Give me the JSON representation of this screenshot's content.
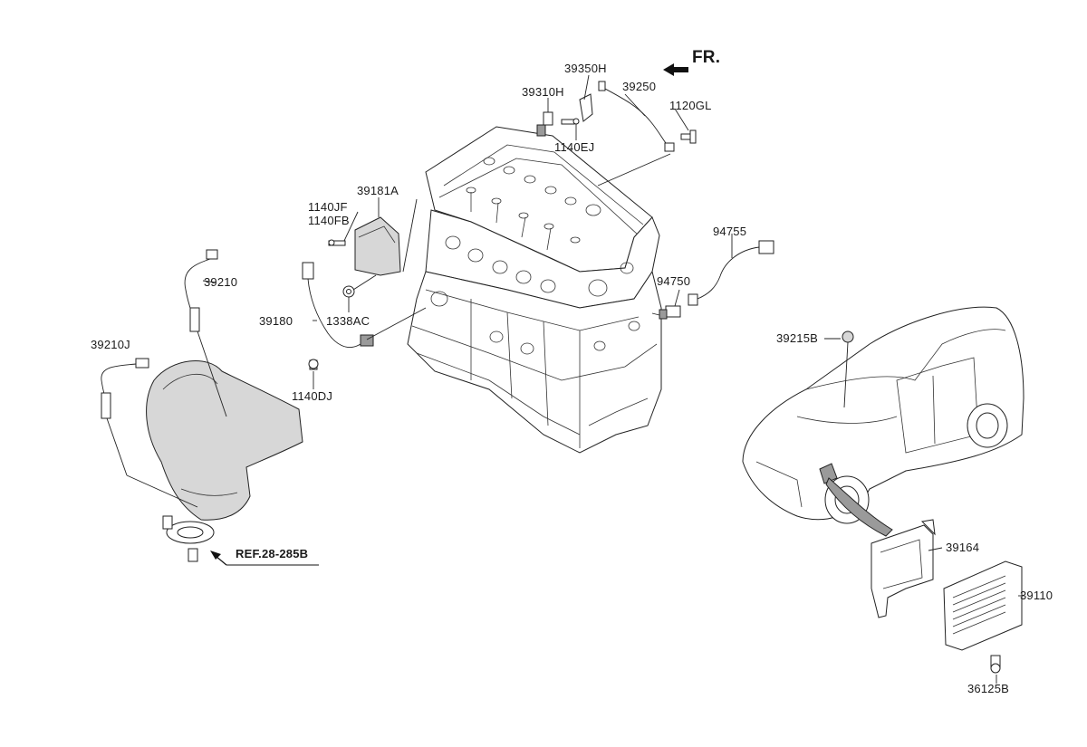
{
  "direction_marker": "FR.",
  "reference_label": "REF.28-285B",
  "part_labels": {
    "p39350H": "39350H",
    "p39310H": "39310H",
    "p39250": "39250",
    "p1120GL": "1120GL",
    "p1140EJ": "1140EJ",
    "p39181A": "39181A",
    "p1140JF": "1140JF",
    "p1140FB": "1140FB",
    "p39210": "39210",
    "p39180": "39180",
    "p1338AC": "1338AC",
    "p39210J": "39210J",
    "p1140DJ": "1140DJ",
    "p94755": "94755",
    "p94750": "94750",
    "p39215B": "39215B",
    "p39164": "39164",
    "p39110": "39110",
    "p36125B": "36125B"
  },
  "icons": {
    "front_arrow": "arrow-left-icon",
    "ref_arrow": "arrow-up-icon"
  }
}
